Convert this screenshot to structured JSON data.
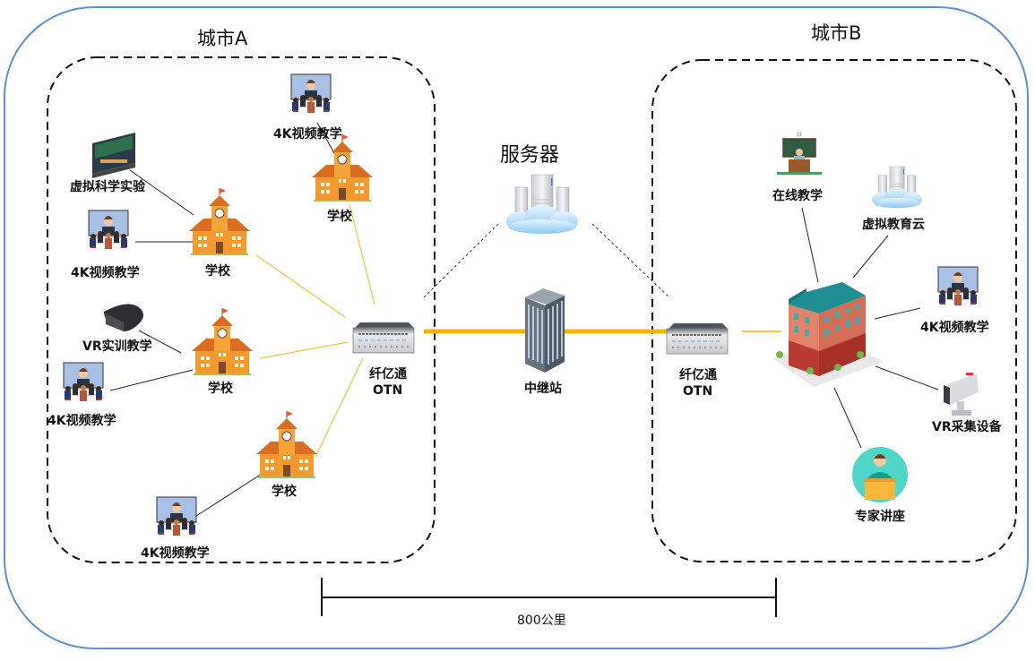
{
  "regions": {
    "city_a": {
      "title": "城市A"
    },
    "city_b": {
      "title": "城市B"
    }
  },
  "center": {
    "server_label": "服务器",
    "relay_label": "中继站",
    "distance_label": "800公里"
  },
  "city_a_nodes": {
    "otn": {
      "line1": "纤亿通",
      "line2": "OTN"
    },
    "schools": [
      "学校",
      "学校",
      "学校",
      "学校"
    ],
    "apps": {
      "video_top": "4K视频教学",
      "virtual_lab": "虚拟科学实验",
      "video_mid": "4K视频教学",
      "vr_training": "VR实训教学",
      "video_low": "4K视频教学",
      "video_bottom": "4K视频教学"
    }
  },
  "city_b_nodes": {
    "otn": {
      "line1": "纤亿通",
      "line2": "OTN"
    },
    "apps": {
      "online": "在线教学",
      "virtual_cloud": "虚拟教育云",
      "video": "4K视频教学",
      "vr_capture": "VR采集设备",
      "expert": "专家讲座"
    }
  },
  "colors": {
    "outer_border": "#5b8fd0",
    "fiber_link": "#f5b400",
    "access_link": "#f5c242",
    "connector": "#222222",
    "school_orange": "#f29a2e",
    "roof": "#e07b2a"
  }
}
